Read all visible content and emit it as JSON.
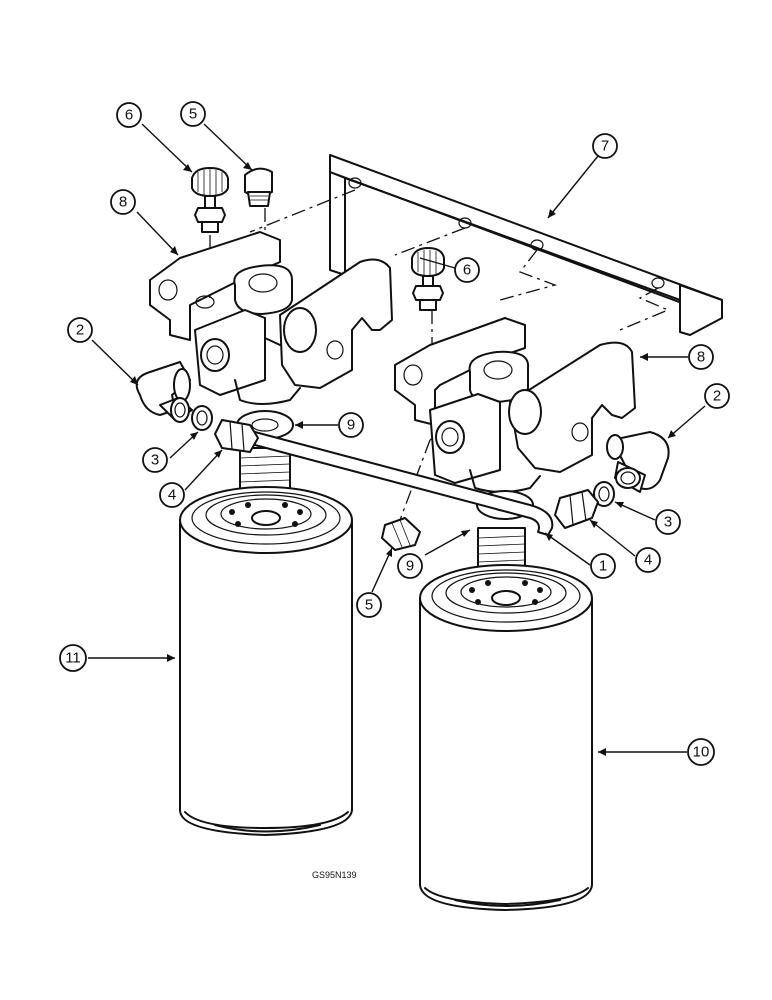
{
  "drawing_code": "GS95N139",
  "callouts": [
    {
      "id": "c1",
      "label": "1"
    },
    {
      "id": "c2a",
      "label": "2"
    },
    {
      "id": "c2b",
      "label": "2"
    },
    {
      "id": "c3a",
      "label": "3"
    },
    {
      "id": "c3b",
      "label": "3"
    },
    {
      "id": "c4a",
      "label": "4"
    },
    {
      "id": "c4b",
      "label": "4"
    },
    {
      "id": "c5a",
      "label": "5"
    },
    {
      "id": "c5b",
      "label": "5"
    },
    {
      "id": "c6a",
      "label": "6"
    },
    {
      "id": "c6b",
      "label": "6"
    },
    {
      "id": "c7",
      "label": "7"
    },
    {
      "id": "c8a",
      "label": "8"
    },
    {
      "id": "c8b",
      "label": "8"
    },
    {
      "id": "c9a",
      "label": "9"
    },
    {
      "id": "c9b",
      "label": "9"
    },
    {
      "id": "c10",
      "label": "10"
    },
    {
      "id": "c11",
      "label": "11"
    }
  ]
}
